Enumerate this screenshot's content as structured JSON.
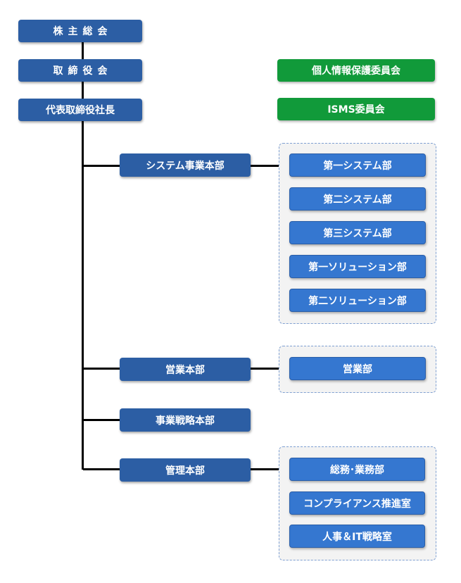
{
  "governance": {
    "shareholders": "株主総会",
    "board": "取締役会",
    "president": "代表取締役社長"
  },
  "committees": {
    "privacy": "個人情報保護委員会",
    "isms": "ISMS委員会"
  },
  "divisions": {
    "system": {
      "label": "システム事業本部",
      "departments": [
        "第一システム部",
        "第二システム部",
        "第三システム部",
        "第一ソリューション部",
        "第二ソリューション部"
      ]
    },
    "sales": {
      "label": "営業本部",
      "departments": [
        "営業部"
      ]
    },
    "strategy": {
      "label": "事業戦略本部"
    },
    "admin": {
      "label": "管理本部",
      "departments": [
        "総務･業務部",
        "コンプライアンス推進室",
        "人事＆IT戦略室"
      ]
    }
  },
  "colors": {
    "executive_box": "#2c5ea4",
    "department_box": "#3577d0",
    "committee_box": "#119a3a",
    "group_background": "#f3f3f3",
    "connector": "#000000"
  }
}
